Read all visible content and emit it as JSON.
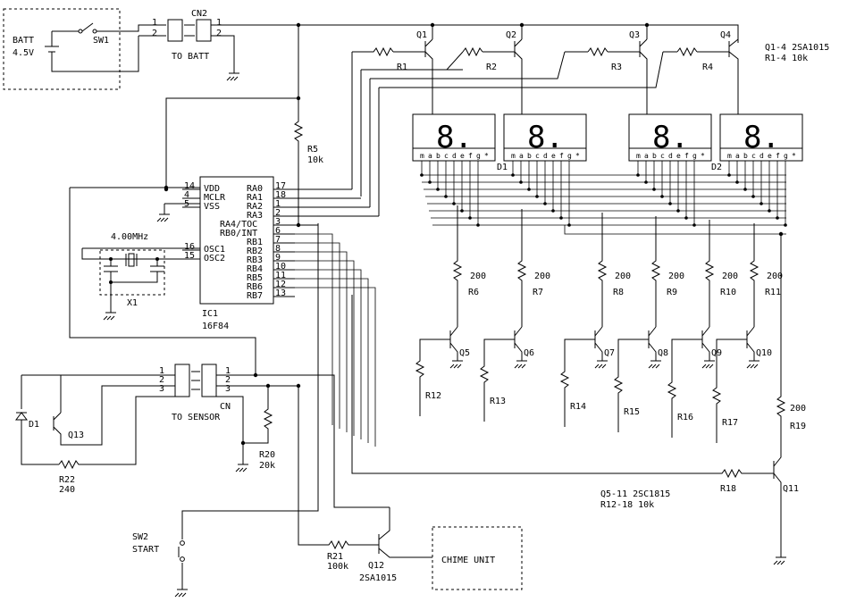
{
  "batt": {
    "label": "BATT",
    "voltage": "4.5V",
    "switch": "SW1"
  },
  "cn2": {
    "ref": "CN2",
    "caption": "TO BATT",
    "pin1": "1",
    "pin2": "2"
  },
  "cn2_left": {
    "pin1": "1",
    "pin2": "2"
  },
  "transistors_top": [
    {
      "ref": "Q1",
      "res": "R1"
    },
    {
      "ref": "Q2",
      "res": "R2"
    },
    {
      "ref": "Q3",
      "res": "R3"
    },
    {
      "ref": "Q4",
      "res": "R4"
    }
  ],
  "notes": {
    "q1_4": "Q1-4 2SA1015",
    "r1_4": "R1-4 10k",
    "q5_11": "Q5-11 2SC1815",
    "r12_18": "R12-18 10k"
  },
  "r5": {
    "ref": "R5",
    "value": "10k"
  },
  "displays": {
    "d1": "D1",
    "d2": "D2",
    "pins": [
      "m",
      "a",
      "b",
      "c",
      "d",
      "e",
      "f",
      "g",
      "*"
    ]
  },
  "ic": {
    "ref": "IC1",
    "part": "16F84",
    "left_pins": [
      {
        "num": "14",
        "name": "VDD"
      },
      {
        "num": "4",
        "name": "MCLR"
      },
      {
        "num": "5",
        "name": "VSS"
      },
      {
        "num": "16",
        "name": "OSC1"
      },
      {
        "num": "15",
        "name": "OSC2"
      }
    ],
    "right_pins": [
      {
        "name": "RA0",
        "num": "17"
      },
      {
        "name": "RA1",
        "num": "18"
      },
      {
        "name": "RA2",
        "num": "1"
      },
      {
        "name": "RA3",
        "num": "2"
      },
      {
        "name": "RA4/TOC",
        "num": "3"
      },
      {
        "name": "RB0/INT",
        "num": "6"
      },
      {
        "name": "RB1",
        "num": "7"
      },
      {
        "name": "RB2",
        "num": "8"
      },
      {
        "name": "RB3",
        "num": "9"
      },
      {
        "name": "RB4",
        "num": "10"
      },
      {
        "name": "RB5",
        "num": "11"
      },
      {
        "name": "RB6",
        "num": "12"
      },
      {
        "name": "RB7",
        "num": "13"
      }
    ]
  },
  "crystal": {
    "freq": "4.00MHz",
    "ref": "X1"
  },
  "seg_resistors": [
    {
      "ref": "R6",
      "value": "200"
    },
    {
      "ref": "R7",
      "value": "200"
    },
    {
      "ref": "R8",
      "value": "200"
    },
    {
      "ref": "R9",
      "value": "200"
    },
    {
      "ref": "R10",
      "value": "200"
    },
    {
      "ref": "R11",
      "value": "200"
    }
  ],
  "transistors_low": [
    "Q5",
    "Q6",
    "Q7",
    "Q8",
    "Q9",
    "Q10"
  ],
  "base_resistors": [
    "R12",
    "R13",
    "R14",
    "R15",
    "R16",
    "R17"
  ],
  "sensor": {
    "d1": "D1",
    "q13": "Q13",
    "caption": "TO SENSOR",
    "cn": "CN",
    "pins": [
      "1",
      "2",
      "3"
    ],
    "r22": "R22",
    "r22_value": "240",
    "r20": "R20",
    "r20_value": "20k"
  },
  "r19": {
    "ref": "R19",
    "value": "200"
  },
  "q11": {
    "ref": "Q11",
    "res": "R18"
  },
  "sw2": {
    "ref": "SW2",
    "label": "START"
  },
  "q12": {
    "ref": "Q12",
    "part": "2SA1015",
    "res": "R21",
    "res_value": "100k"
  },
  "chime": {
    "label": "CHIME UNIT"
  }
}
